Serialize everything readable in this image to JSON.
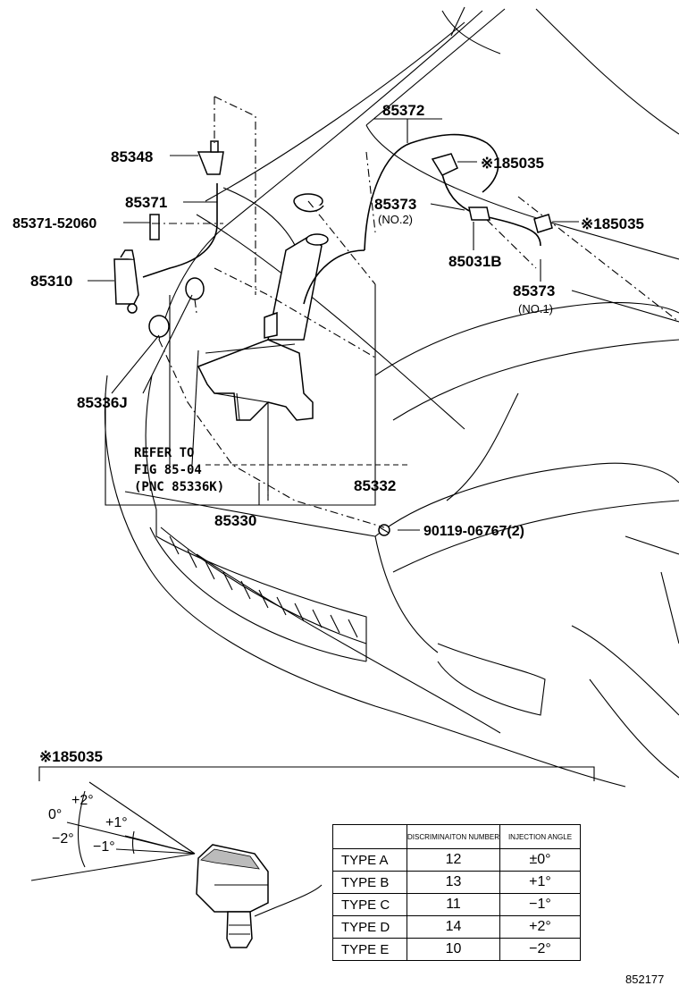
{
  "callouts": {
    "p85372": "85372",
    "p85348": "85348",
    "p85371": "85371",
    "p85371_52060": "85371-52060",
    "p85310": "85310",
    "p85336j": "85336J",
    "p85373_a": "85373",
    "p85373_a_sub": "(NO.2)",
    "p85373_b": "85373",
    "p85373_b_sub": "(NO.1)",
    "p185035_a": "※185035",
    "p185035_b": "※185035",
    "p85031b": "85031B",
    "p85332": "85332",
    "p85330": "85330",
    "p90119": "90119-06767(2)"
  },
  "refer_note": {
    "line1": "REFER TO",
    "line2": "FIG 85-04",
    "line3": "(PNC 85336K)"
  },
  "detail": {
    "title": "※185035",
    "angles": {
      "a0": "0°",
      "ap2": "+2°",
      "ap1": "+1°",
      "am2": "−2°",
      "am1": "−1°"
    }
  },
  "angle_table": {
    "headers": [
      "",
      "DISCRIMINAITON NUMBER",
      "INJECTION ANGLE"
    ],
    "rows": [
      {
        "type": "TYPE A",
        "number": "12",
        "angle": "±0°"
      },
      {
        "type": "TYPE B",
        "number": "13",
        "angle": "+1°"
      },
      {
        "type": "TYPE C",
        "number": "11",
        "angle": "−1°"
      },
      {
        "type": "TYPE D",
        "number": "14",
        "angle": "+2°"
      },
      {
        "type": "TYPE E",
        "number": "10",
        "angle": "−2°"
      }
    ]
  },
  "figure_id": "852177"
}
